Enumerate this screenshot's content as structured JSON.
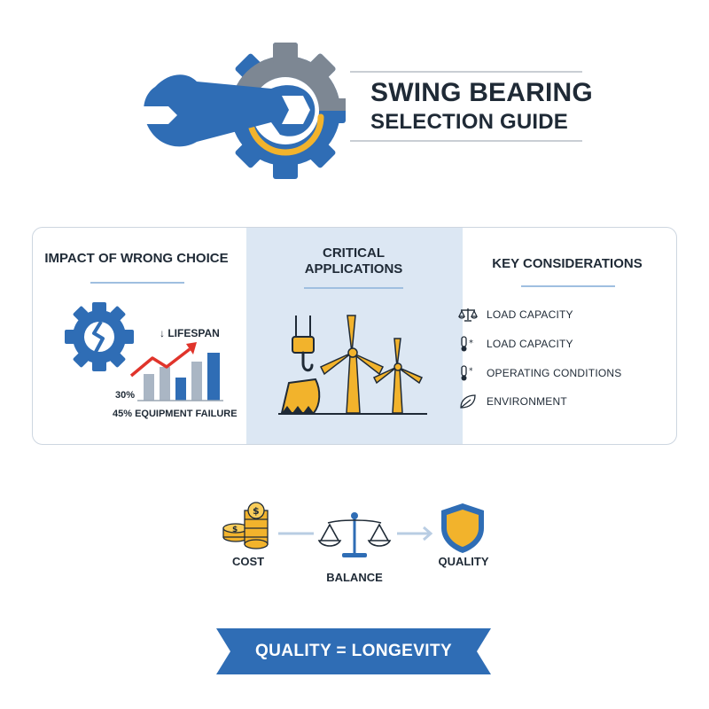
{
  "header": {
    "title_line1": "SWING BEARING",
    "title_line2": "SELECTION GUIDE",
    "logo_icon": "wrench-gear-icon"
  },
  "colors": {
    "blue": "#2f6db5",
    "gray": "#7d8793",
    "gold": "#f2b32c",
    "red": "#e0342b",
    "dark": "#1f2a36",
    "panel_mid": "#dce7f3"
  },
  "panel": {
    "impact": {
      "title": "IMPACT OF WRONG CHOICE",
      "arrow_label": "↓ LIFESPAN",
      "pct_30": "30%",
      "failure_label": "45% EQUIPMENT FAILURE",
      "icon": "broken-gear-icon"
    },
    "applications": {
      "title_line1": "CRITICAL",
      "title_line2": "APPLICATIONS",
      "icons": [
        "crane-hook-icon",
        "excavator-bucket-icon",
        "wind-turbine-icon"
      ]
    },
    "considerations": {
      "title": "KEY CONSIDERATIONS",
      "items": [
        {
          "label": "LOAD CAPACITY",
          "icon": "scale-icon"
        },
        {
          "label": "LOAD CAPACITY",
          "icon": "thermometer-icon"
        },
        {
          "label": "OPERATING CONDITIONS",
          "icon": "thermometer-icon"
        },
        {
          "label": "ENVIRONMENT",
          "icon": "leaf-icon"
        }
      ]
    }
  },
  "balance": {
    "cost_label": "COST",
    "balance_label": "BALANCE",
    "quality_label": "QUALITY"
  },
  "banner": {
    "text": "QUALITY = LONGEVITY"
  }
}
